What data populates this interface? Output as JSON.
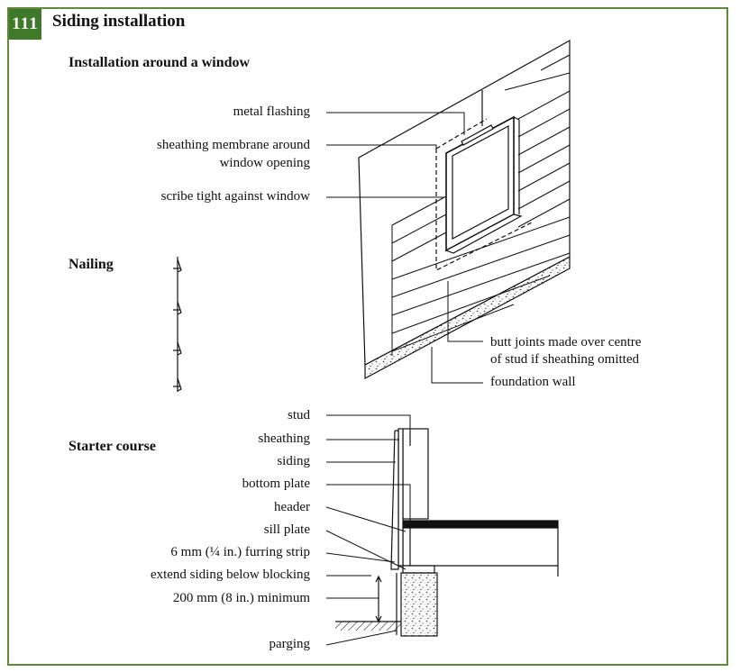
{
  "section": {
    "number": "111",
    "title": "Siding installation"
  },
  "headings": {
    "window": "Installation around a window",
    "nailing": "Nailing",
    "starter": "Starter course"
  },
  "window_labels": {
    "metal_flashing": "metal flashing",
    "membrane_1": "sheathing membrane around",
    "membrane_2": "window opening",
    "scribe": "scribe tight against window",
    "butt_1": "butt joints made over centre",
    "butt_2": "of stud if sheathing omitted",
    "foundation": "foundation wall"
  },
  "starter_labels": {
    "stud": "stud",
    "sheathing": "sheathing",
    "siding": "siding",
    "bottom_plate": "bottom plate",
    "header": "header",
    "sill_plate": "sill plate",
    "furring": "6 mm (¼ in.) furring strip",
    "extend": "extend siding below blocking",
    "minimum": "200 mm (8 in.) minimum",
    "parging": "parging"
  },
  "colors": {
    "frame": "#5f8a3c",
    "badge": "#3f7a2a",
    "line": "#111111"
  }
}
